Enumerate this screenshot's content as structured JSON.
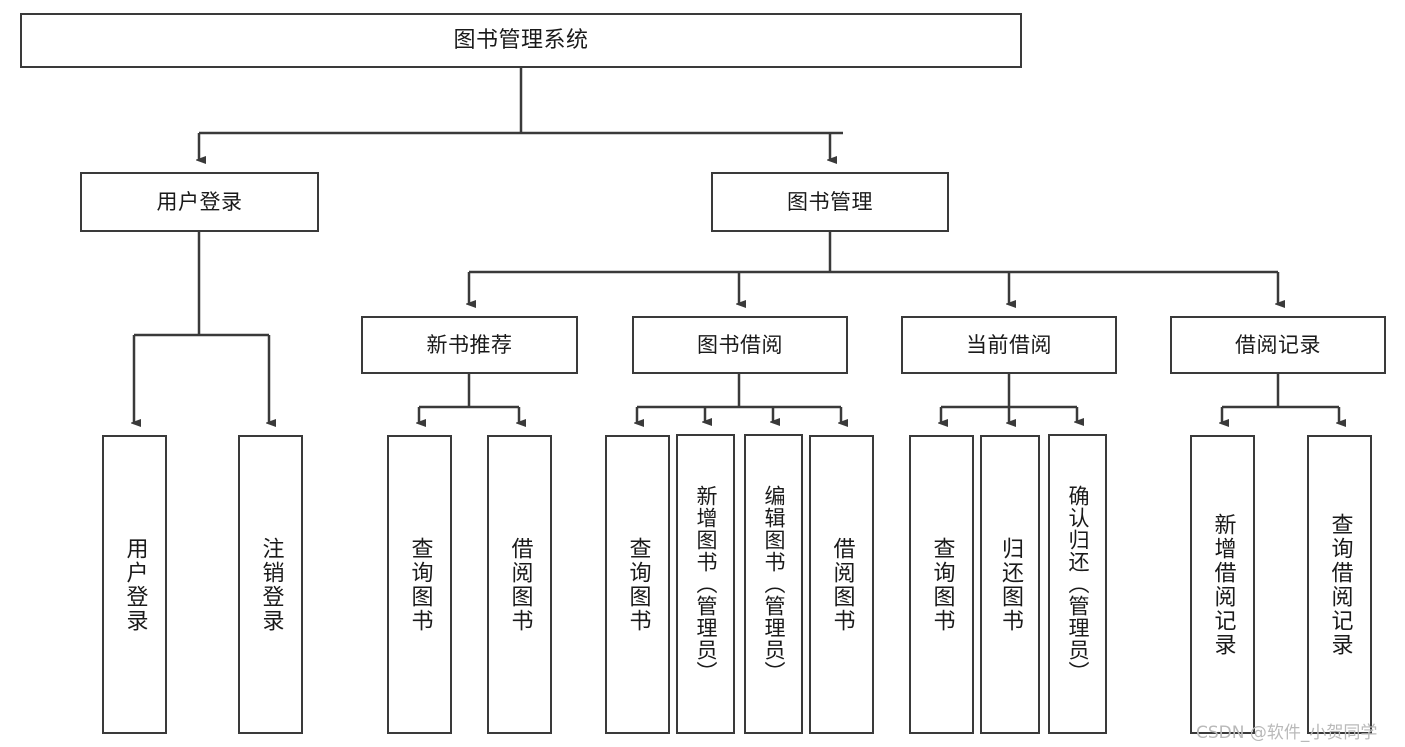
{
  "diagram": {
    "title": "图书管理系统",
    "type": "tree-hierarchy-diagram",
    "root": {
      "label": "图书管理系统"
    },
    "level1": [
      {
        "label": "用户登录"
      },
      {
        "label": "图书管理"
      }
    ],
    "level2": [
      {
        "label": "新书推荐"
      },
      {
        "label": "图书借阅"
      },
      {
        "label": "当前借阅"
      },
      {
        "label": "借阅记录"
      }
    ],
    "leaves": {
      "user_login": [
        {
          "label": "用户登录"
        },
        {
          "label": "注销登录"
        }
      ],
      "new_book_recommend": [
        {
          "label": "查询图书"
        },
        {
          "label": "借阅图书"
        }
      ],
      "book_borrow": [
        {
          "label": "查询图书"
        },
        {
          "label": "新增图书（管理员）"
        },
        {
          "label": "编辑图书（管理员）"
        },
        {
          "label": "借阅图书"
        }
      ],
      "current_borrow": [
        {
          "label": "查询图书"
        },
        {
          "label": "归还图书"
        },
        {
          "label": "确认归还（管理员）"
        }
      ],
      "borrow_record": [
        {
          "label": "新增借阅记录"
        },
        {
          "label": "查询借阅记录"
        }
      ]
    }
  },
  "watermark": {
    "text": "CSDN @软件_小贺同学"
  },
  "colors": {
    "stroke": "#3a3a3a",
    "fill": "#ffffff",
    "text": "#1a1a1a",
    "watermark": "#b9b9b9"
  }
}
